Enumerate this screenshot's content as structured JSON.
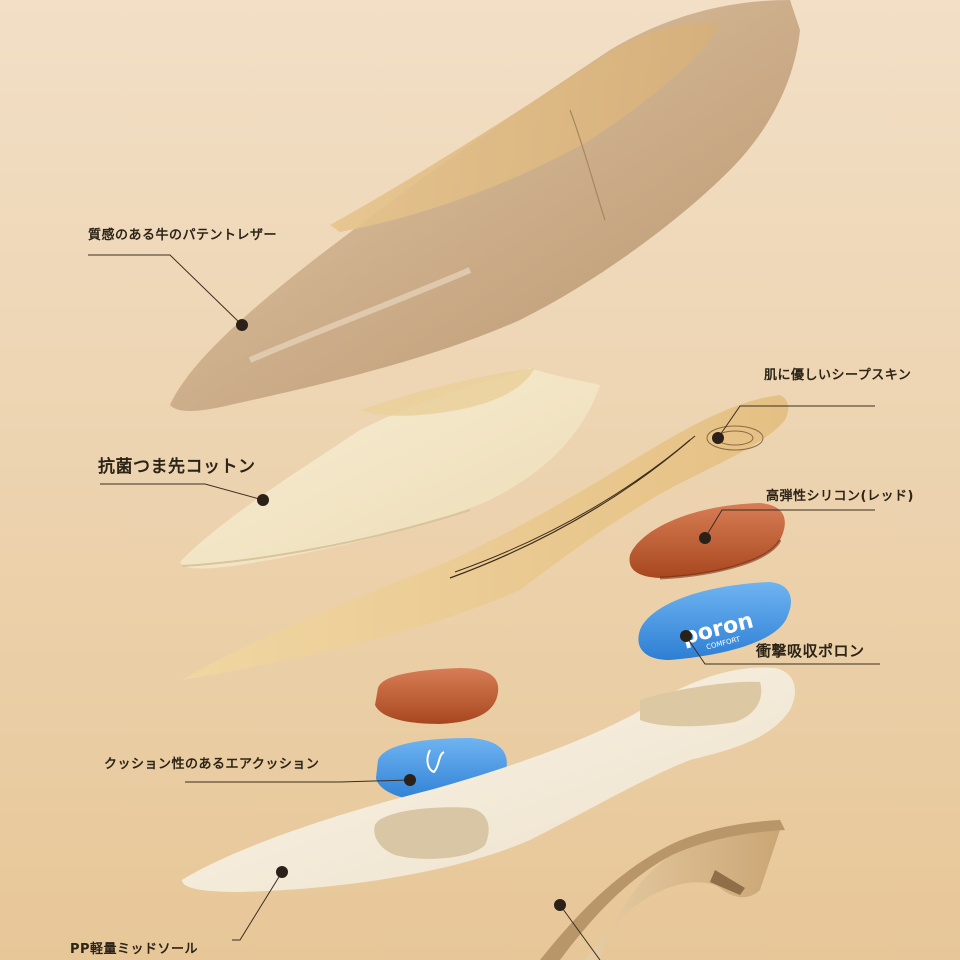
{
  "palette": {
    "background_top": "#f1dcc0",
    "background_bottom": "#e8c99c",
    "patent_leather": "#cfb08e",
    "toe_cotton": "#f3e6c4",
    "sheepskin": "#ecd09a",
    "silicone_red": "#b5552c",
    "poron_blue": "#3b8fe0",
    "midsole": "#f3ebdd",
    "heel": "#d9b98a",
    "callout_line": "#3a2e22"
  },
  "product_parts": [
    {
      "id": "upper",
      "label": "質感のある牛のパテントレザー",
      "icon": "dot-marker"
    },
    {
      "id": "toe",
      "label": "抗菌つま先コットン",
      "icon": "dot-marker"
    },
    {
      "id": "lining",
      "label": "肌に優しいシープスキン",
      "icon": "dot-marker"
    },
    {
      "id": "silicone",
      "label": "高弾性シリコン(レッド)",
      "icon": "dot-marker"
    },
    {
      "id": "poron",
      "label": "衝撃吸収ポロン",
      "icon": "dot-marker"
    },
    {
      "id": "air",
      "label": "クッション性のあるエアクッション",
      "icon": "dot-marker"
    },
    {
      "id": "midsole",
      "label": "PP軽量ミッドソール",
      "icon": "dot-marker"
    }
  ],
  "logos": {
    "poron": "poron",
    "poron_sub": "COMFORT"
  }
}
